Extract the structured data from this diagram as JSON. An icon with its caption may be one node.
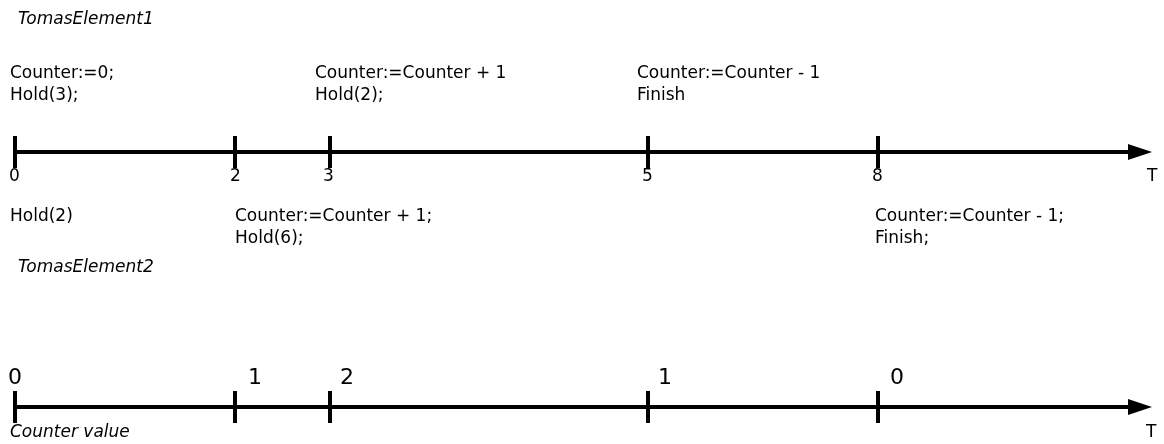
{
  "diagram": {
    "labels": [
      "TomasElement1",
      "Counter:=0;",
      "Hold(3);",
      "Counter:=Counter + 1",
      "Hold(2);",
      "Counter:=Counter - 1",
      "Finish",
      "0",
      "2",
      "3",
      "5",
      "8",
      "T",
      "Hold(2)",
      "Counter:=Counter + 1;",
      "Hold(6);",
      "Counter:=Counter - 1;",
      "Finish;",
      "TomasElement2",
      "0",
      "1",
      "2",
      "1",
      "0",
      "Counter value",
      "T"
    ]
  }
}
